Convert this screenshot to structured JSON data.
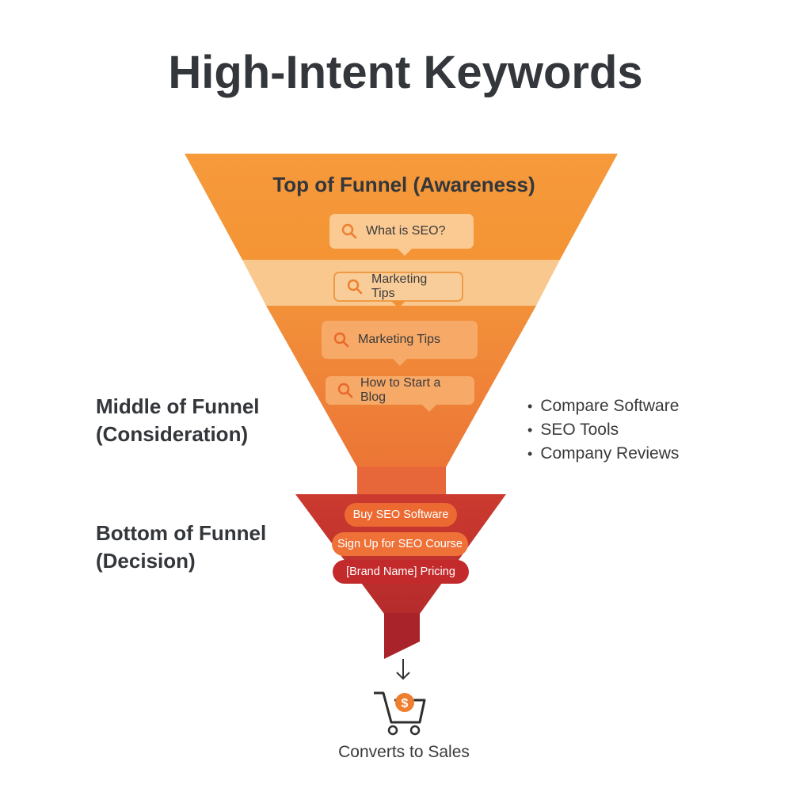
{
  "title": "High-Intent Keywords",
  "colors": {
    "top_band": "#f6993a",
    "light_band": "#f9c88f",
    "middle_band": "#f08a3a",
    "neck": "#e8683a",
    "bottom_band": "#c8332e",
    "spout": "#a8232a",
    "accent_icon": "#ef7f2f",
    "text_dark": "#33363a"
  },
  "funnel": {
    "top": {
      "heading": "Top of Funnel (Awareness)",
      "keywords": [
        {
          "label": "What is SEO?",
          "icon": "search-icon"
        },
        {
          "label": "Marketing Tips",
          "icon": "search-icon"
        }
      ]
    },
    "middle": {
      "label_line1": "Middle of Funnel",
      "label_line2": "(Consideration)",
      "keywords": [
        {
          "label": "Marketing Tips",
          "icon": "search-icon"
        },
        {
          "label": "How to Start a Blog",
          "icon": "search-icon"
        }
      ],
      "side_list": [
        "Compare Software",
        "SEO Tools",
        "Company Reviews"
      ]
    },
    "bottom": {
      "label_line1": "Bottom of Funnel",
      "label_line2": "(Decision)",
      "keywords": [
        {
          "label": "Buy SEO Software",
          "color": "#ec6a32"
        },
        {
          "label": "Sign Up for SEO Course",
          "color": "#ec6a32"
        },
        {
          "label": "[Brand Name] Pricing",
          "color": "#c22a2c"
        }
      ]
    }
  },
  "outcome": {
    "arrow_icon": "arrow-down-icon",
    "icon": "shopping-cart-dollar-icon",
    "label": "Converts to Sales"
  }
}
